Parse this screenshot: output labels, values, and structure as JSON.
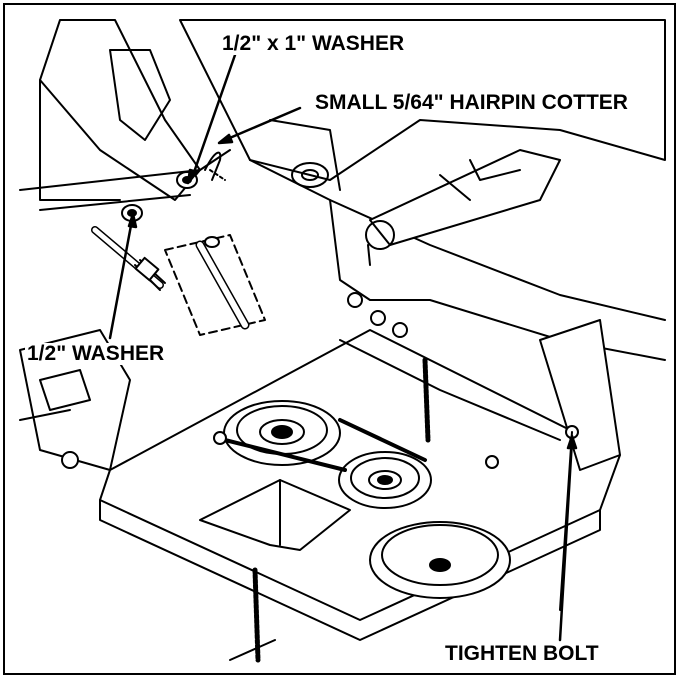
{
  "labels": {
    "washer_1x2": "1/2\" x 1\" WASHER",
    "hairpin_cotter": "SMALL 5/64\" HAIRPIN COTTER",
    "washer_half": "1/2\" WASHER",
    "tighten_bolt": "TIGHTEN BOLT"
  },
  "colors": {
    "line": "#000000",
    "background": "#ffffff",
    "hatch": "#222222"
  }
}
